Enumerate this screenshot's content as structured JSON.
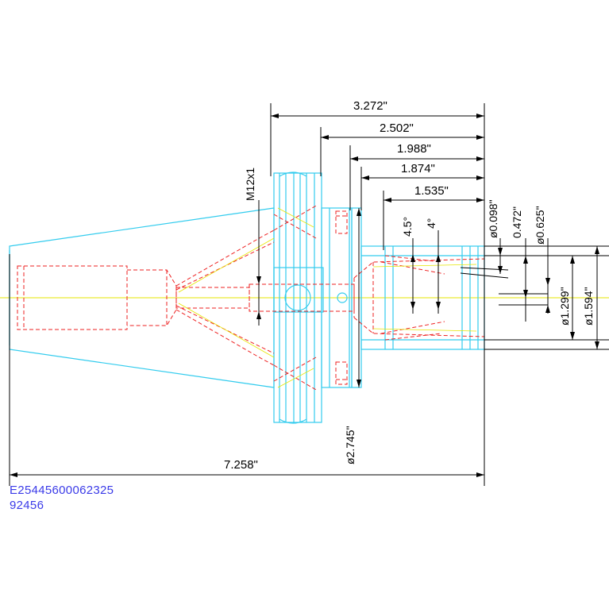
{
  "drawing": {
    "dimensions": {
      "d_3272": "3.272\"",
      "d_2502": "2.502\"",
      "d_1988": "1.988\"",
      "d_1874": "1.874\"",
      "d_1535": "1.535\"",
      "d_7258": "7.258\"",
      "dia_2745": "ø2.745\"",
      "dia_0098": "ø0.098\"",
      "dia_0472": "0.472\"",
      "dia_0625": "ø0.625\"",
      "dia_1299": "ø1.299\"",
      "dia_1594": "ø1.594\"",
      "thread": "M12x1",
      "angle_45": "4.5°",
      "angle_4": "4°"
    },
    "colors": {
      "outline": "#33ccee",
      "hidden": "#ee2222",
      "center": "#e6e600",
      "dimension": "#000000",
      "info_text": "#3a3ae8"
    }
  },
  "info": {
    "part_code": "E25445600062325",
    "item_number": "92456"
  }
}
